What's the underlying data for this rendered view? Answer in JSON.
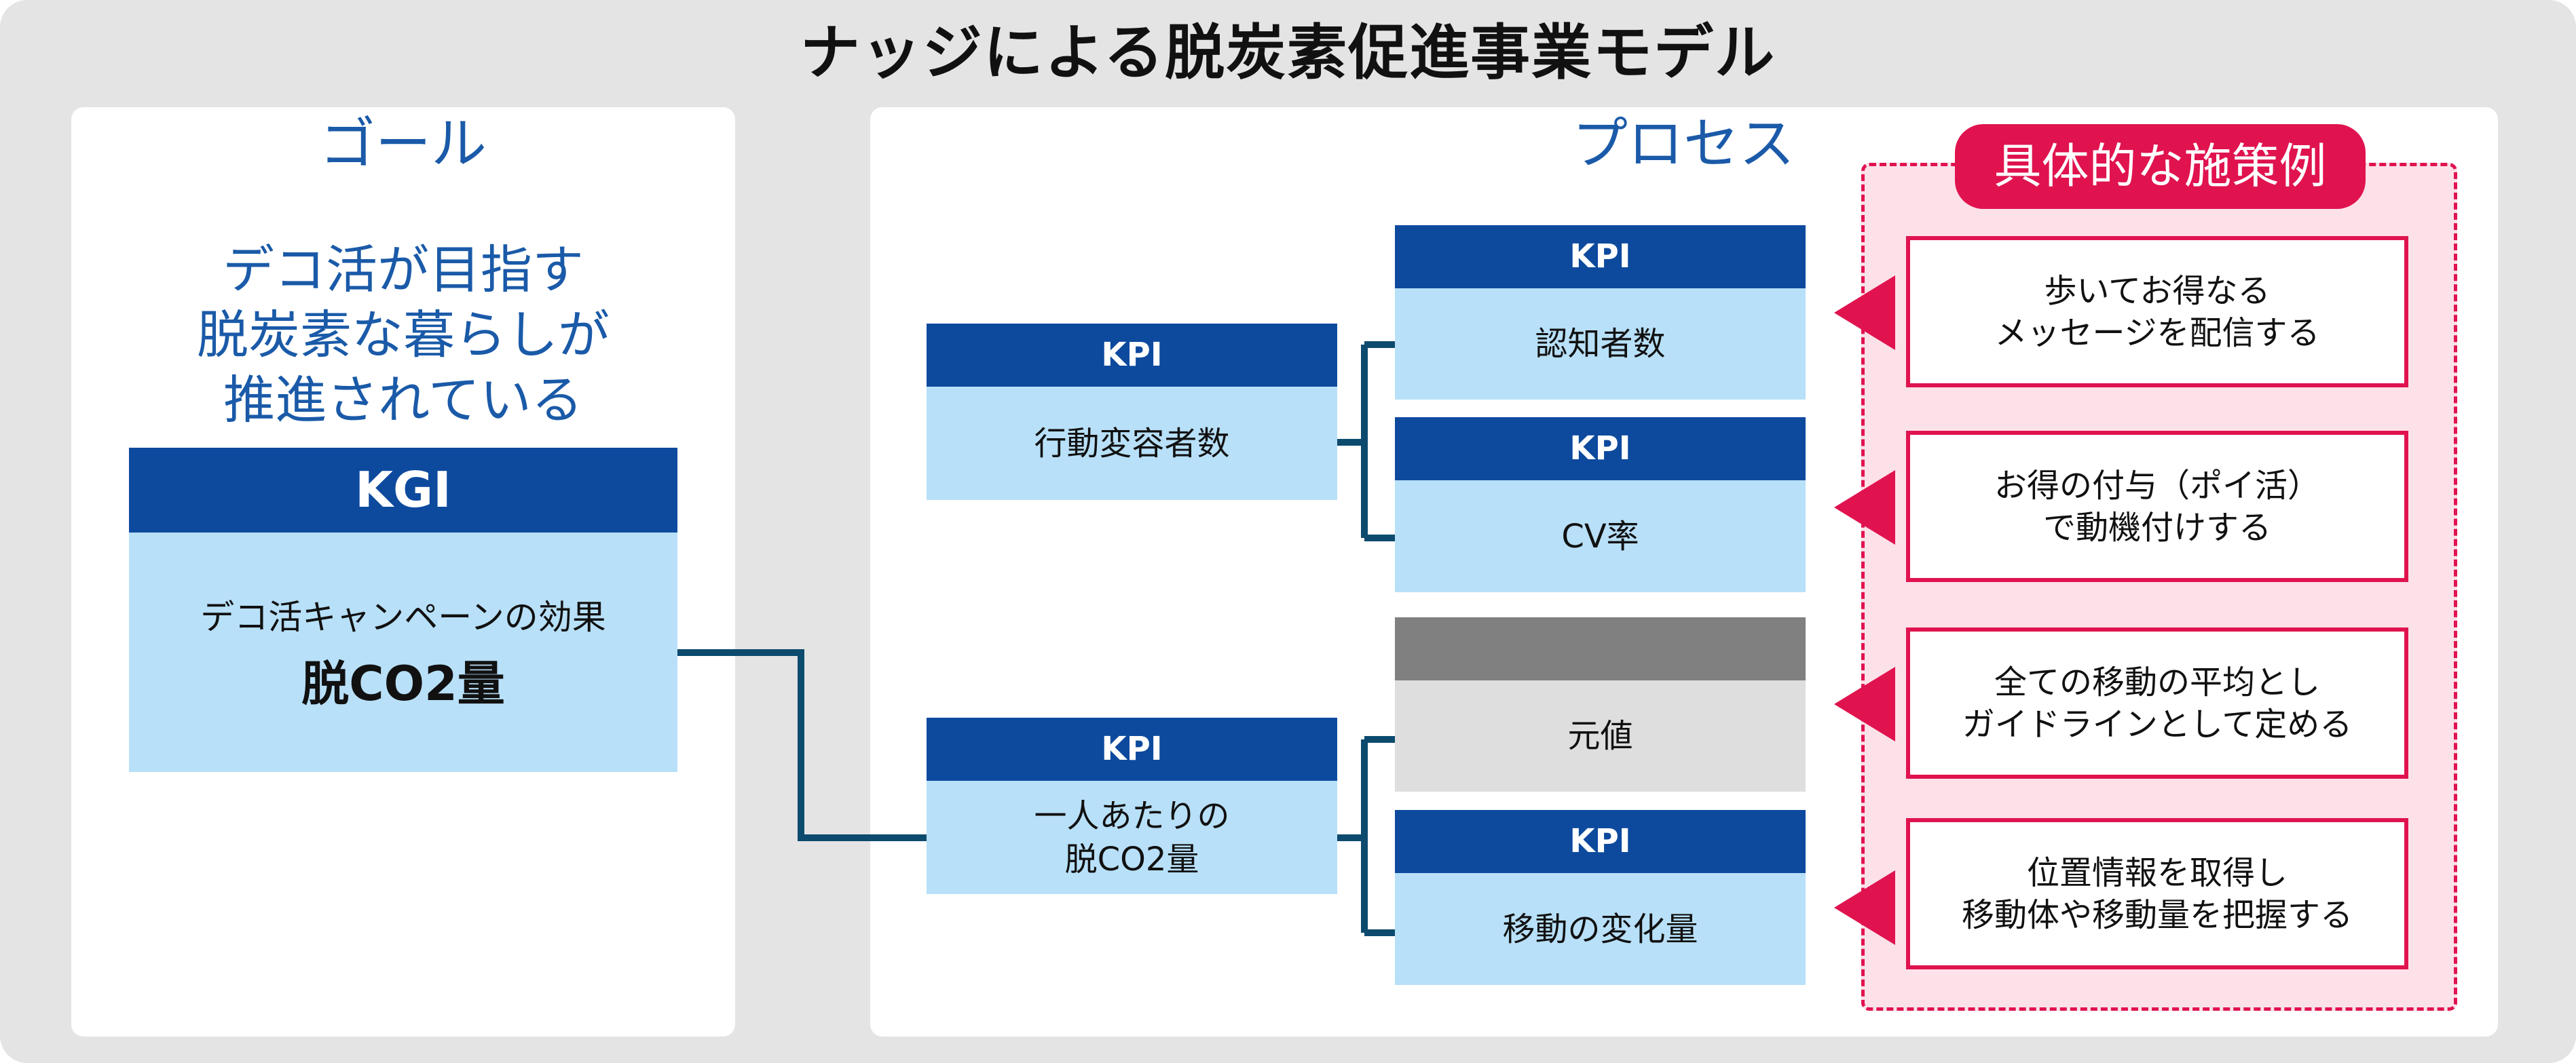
{
  "title": "ナッジによる脱炭素促進事業モデル",
  "goal": {
    "heading": "ゴール",
    "statement": [
      "デコ活が目指す",
      "脱炭素な暮らしが",
      "推進されている"
    ],
    "kgi": {
      "label": "KGI",
      "body_line1": "デコ活キャンペーンの効果",
      "body_line2": "脱CO2量"
    }
  },
  "process": {
    "heading": "プロセス",
    "kpi_level1": [
      {
        "label": "KPI",
        "body": [
          "行動変容者数"
        ]
      },
      {
        "label": "KPI",
        "body": [
          "一人あたりの",
          "脱CO2量"
        ]
      }
    ],
    "kpi_level2": [
      {
        "label": "KPI",
        "body": "認知者数"
      },
      {
        "label": "KPI",
        "body": "CV率"
      },
      {
        "label": "",
        "body": "元値"
      },
      {
        "label": "KPI",
        "body": "移動の変化量"
      }
    ]
  },
  "measures": {
    "tab_label": "具体的な施策例",
    "items": [
      [
        "歩いてお得なる",
        "メッセージを配信する"
      ],
      [
        "お得の付与（ポイ活）",
        "で動機付けする"
      ],
      [
        "全ての移動の平均とし",
        "ガイドラインとして定める"
      ],
      [
        "位置情報を取得し",
        "移動体や移動量を把握する"
      ]
    ]
  },
  "colors": {
    "background": "#e4e4e4",
    "heading_blue": "#1a5aa8",
    "box_header_navy": "#0d4a9e",
    "box_body_lightblue": "#b8e0f8",
    "baseline_gray": "#808080",
    "accent_pink": "#e0134f",
    "callout_fill": "#fce1e9",
    "connector": "#0c4a6e"
  }
}
